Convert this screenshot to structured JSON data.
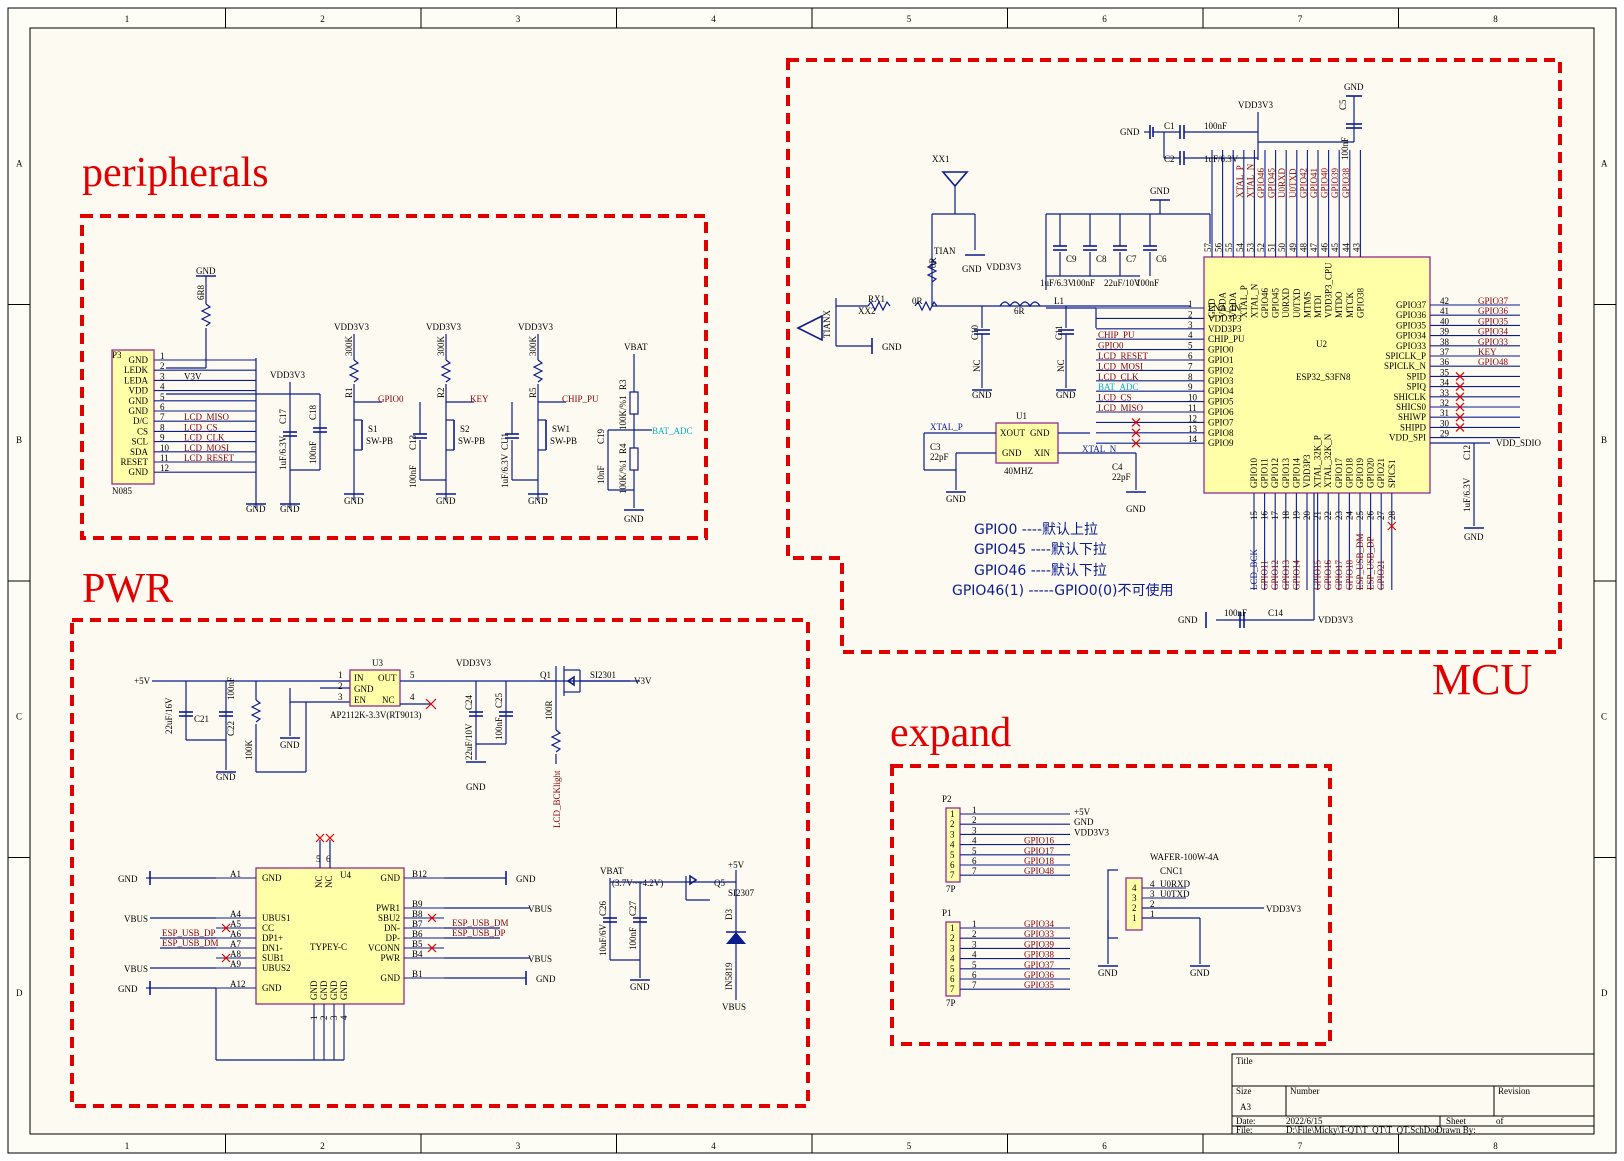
{
  "sections": {
    "peripherals": "peripherals",
    "pwr": "PWR",
    "mcu": "MCU",
    "expand": "expand"
  },
  "border": {
    "cols": [
      "1",
      "2",
      "3",
      "4",
      "5",
      "6",
      "7",
      "8"
    ],
    "rows": [
      "A",
      "B",
      "C",
      "D"
    ]
  },
  "title_block": {
    "title_label": "Title",
    "size_label": "Size",
    "size_value": "A3",
    "number_label": "Number",
    "revision_label": "Revision",
    "date_label": "Date:",
    "date_value": "2022/6/15",
    "sheet_label": "Sheet",
    "of_label": "of",
    "file_label": "File:",
    "file_value": "D:\\File\\Micky\\T-QT\\T_QT\\T_QT.SchDoc",
    "drawn_label": "Drawn By:"
  },
  "mcu": {
    "chip_ref": "U2",
    "chip_name": "ESP32_S3FN8",
    "left_pins": [
      {
        "num": "1",
        "name": "LNA_IN",
        "net": ""
      },
      {
        "num": "2",
        "name": "VDD3P3",
        "net": ""
      },
      {
        "num": "3",
        "name": "VDD3P3",
        "net": ""
      },
      {
        "num": "4",
        "name": "CHIP_PU",
        "net": "CHIP_PU"
      },
      {
        "num": "5",
        "name": "GPIO0",
        "net": "GPIO0"
      },
      {
        "num": "6",
        "name": "GPIO1",
        "net": "LCD_RESET"
      },
      {
        "num": "7",
        "name": "GPIO2",
        "net": "LCD_MOSI"
      },
      {
        "num": "8",
        "name": "GPIO3",
        "net": "LCD_CLK"
      },
      {
        "num": "9",
        "name": "GPIO4",
        "net": "BAT_ADC"
      },
      {
        "num": "10",
        "name": "GPIO5",
        "net": "LCD_CS"
      },
      {
        "num": "11",
        "name": "GPIO6",
        "net": "LCD_MISO"
      },
      {
        "num": "12",
        "name": "GPIO7",
        "net": ""
      },
      {
        "num": "13",
        "name": "GPIO8",
        "net": ""
      },
      {
        "num": "14",
        "name": "GPIO9",
        "net": ""
      }
    ],
    "right_pins": [
      {
        "num": "42",
        "name": "GPIO37",
        "net": "GPIO37"
      },
      {
        "num": "41",
        "name": "GPIO36",
        "net": "GPIO36"
      },
      {
        "num": "40",
        "name": "GPIO35",
        "net": "GPIO35"
      },
      {
        "num": "39",
        "name": "GPIO34",
        "net": "GPIO34"
      },
      {
        "num": "38",
        "name": "GPIO33",
        "net": "GPIO33"
      },
      {
        "num": "37",
        "name": "SPICLK_P",
        "net": "KEY"
      },
      {
        "num": "36",
        "name": "SPICLK_N",
        "net": "GPIO48"
      },
      {
        "num": "35",
        "name": "SPID",
        "net": ""
      },
      {
        "num": "34",
        "name": "SPIQ",
        "net": ""
      },
      {
        "num": "33",
        "name": "SHICLK",
        "net": ""
      },
      {
        "num": "32",
        "name": "SHICS0",
        "net": ""
      },
      {
        "num": "31",
        "name": "SHIWP",
        "net": ""
      },
      {
        "num": "30",
        "name": "SHIPD",
        "net": ""
      },
      {
        "num": "29",
        "name": "VDD_SPI",
        "net": "VDD_SDIO"
      }
    ],
    "top_pins": [
      {
        "num": "57",
        "name": "GND"
      },
      {
        "num": "56",
        "name": "VDDA"
      },
      {
        "num": "55",
        "name": "VDDA"
      },
      {
        "num": "54",
        "name": "XTAL_P"
      },
      {
        "num": "53",
        "name": "XTAL_N"
      },
      {
        "num": "52",
        "name": "GPIO46"
      },
      {
        "num": "51",
        "name": "GPIO45"
      },
      {
        "num": "50",
        "name": "U0RXD"
      },
      {
        "num": "49",
        "name": "U0TXD"
      },
      {
        "num": "48",
        "name": "MTMS"
      },
      {
        "num": "47",
        "name": "MTDI"
      },
      {
        "num": "46",
        "name": "VDD3P3_CPU"
      },
      {
        "num": "45",
        "name": "MTDO"
      },
      {
        "num": "44",
        "name": "MTCK"
      },
      {
        "num": "43",
        "name": "GPIO38"
      }
    ],
    "top_nets": [
      "XTAL_P",
      "XTAL_N",
      "GPIO46",
      "GPIO45",
      "U0RXD",
      "U0TXD",
      "GPIO42",
      "GPIO41",
      "GPIO40",
      "GPIO39",
      "GPIO38"
    ],
    "bottom_pins": [
      {
        "num": "15",
        "name": "GPIO10",
        "net": "LCD_BCK"
      },
      {
        "num": "16",
        "name": "GPIO11",
        "net": "GPIO11"
      },
      {
        "num": "17",
        "name": "GPIO12",
        "net": "GPIO12"
      },
      {
        "num": "18",
        "name": "GPIO13",
        "net": "GPIO13"
      },
      {
        "num": "19",
        "name": "GPIO14",
        "net": "GPIO14"
      },
      {
        "num": "20",
        "name": "VDD3P3",
        "net": ""
      },
      {
        "num": "21",
        "name": "XTAL_32K_P",
        "net": "GPIO15"
      },
      {
        "num": "22",
        "name": "XTAL_32K_N",
        "net": "GPIO16"
      },
      {
        "num": "23",
        "name": "GPIO17",
        "net": "GPIO17"
      },
      {
        "num": "24",
        "name": "GPIO18",
        "net": "GPIO18"
      },
      {
        "num": "25",
        "name": "GPIO19",
        "net": "ESP_USB_DM"
      },
      {
        "num": "26",
        "name": "GPIO20",
        "net": "ESP_USB_DP"
      },
      {
        "num": "27",
        "name": "GPIO21",
        "net": "GPIO21"
      },
      {
        "num": "28",
        "name": "SPICS1",
        "net": ""
      }
    ],
    "caps_top": [
      {
        "ref": "C1",
        "value": "100nF"
      },
      {
        "ref": "C2",
        "value": "1uF/6.3V"
      },
      {
        "ref": "C5",
        "value": "100nF"
      }
    ],
    "caps_rf": [
      {
        "ref": "C9",
        "value": "1uF/6.3V"
      },
      {
        "ref": "C8",
        "value": "100nF"
      },
      {
        "ref": "C7",
        "value": "22uF/10V"
      },
      {
        "ref": "C6",
        "value": "100nF"
      }
    ],
    "antenna": {
      "ref": "XX1",
      "ref2": "XX2",
      "pin_name": "TIAN",
      "ant_name": "TIANX",
      "r1": "RX1",
      "r2": "0R",
      "r3": "0R",
      "l1": "L1",
      "l1_val": "6R",
      "c10": "C10",
      "c10_val": "NC",
      "c11": "C11",
      "c11_val": "NC"
    },
    "crystal": {
      "ref": "U1",
      "value": "40MHZ",
      "pin_xout": "XOUT",
      "pin_gnd": "GND",
      "pin_gnd2": "GND",
      "pin_xin": "XIN",
      "c3": "C3",
      "c3_val": "22pF",
      "c4": "C4",
      "c4_val": "22pF",
      "xp": "XTAL_P",
      "xn": "XTAL_N"
    },
    "c12": {
      "ref": "C12",
      "value": "1uF/6.3V"
    },
    "c14": {
      "ref": "C14",
      "value": "100nF"
    },
    "notes": [
      "GPIO0  ----默认上拉",
      "GPIO45  ----默认下拉",
      "GPIO46  ----默认下拉",
      "GPIO46(1) -----GPIO0(0)不可使用"
    ]
  },
  "nets": {
    "gnd": "GND",
    "vdd": "VDD3V3",
    "v5": "+5V",
    "v3v": "V3V",
    "vbat": "VBAT",
    "vbus": "VBUS",
    "vdd_sdio": "VDD_SDIO"
  },
  "peripherals": {
    "conn_ref": "P3",
    "conn_name": "N085",
    "pins": [
      {
        "num": "1",
        "name": "GND",
        "net": ""
      },
      {
        "num": "2",
        "name": "LEDK",
        "net": ""
      },
      {
        "num": "3",
        "name": "LEDA",
        "net": "V3V"
      },
      {
        "num": "4",
        "name": "VDD",
        "net": ""
      },
      {
        "num": "5",
        "name": "GND",
        "net": ""
      },
      {
        "num": "6",
        "name": "GND",
        "net": ""
      },
      {
        "num": "7",
        "name": "D/C",
        "net": "LCD_MISO"
      },
      {
        "num": "8",
        "name": "CS",
        "net": "LCD_CS"
      },
      {
        "num": "9",
        "name": "SCL",
        "net": "LCD_CLK"
      },
      {
        "num": "10",
        "name": "SDA",
        "net": "LCD_MOSI"
      },
      {
        "num": "11",
        "name": "RESET",
        "net": "LCD_RESET"
      },
      {
        "num": "12",
        "name": "GND",
        "net": ""
      }
    ],
    "r_led": "6R8",
    "c17": {
      "ref": "C17",
      "value": "1uF/6.3V"
    },
    "c18": {
      "ref": "C18",
      "value": "100nF"
    },
    "switches": [
      {
        "ref": "S1",
        "type": "SW-PB",
        "net": "GPIO0",
        "r": "R1",
        "r_val": "300K"
      },
      {
        "ref": "S2",
        "type": "SW-PB",
        "net": "KEY",
        "r": "R2",
        "r_val": "300K",
        "c": "C13",
        "c_val": "100nF"
      },
      {
        "ref": "SW1",
        "type": "SW-PB",
        "net": "CHIP_PU",
        "r": "R5",
        "r_val": "300K",
        "c": "CU1",
        "c_val": "1uF/6.3V"
      }
    ],
    "divider": {
      "r3": "R3",
      "r3_val": "100K/%1",
      "r4": "R4",
      "r4_val": "100K/%1",
      "c19": "C19",
      "c19_val": "10nF",
      "net": "BAT_ADC"
    }
  },
  "pwr": {
    "ldo": {
      "ref": "U3",
      "name": "AP2112K-3.3V(RT9013)",
      "pins": [
        "IN",
        "GND",
        "EN",
        "OUT",
        "NC"
      ],
      "nums": [
        "1",
        "2",
        "3",
        "5",
        "4"
      ]
    },
    "c21": {
      "ref": "C21",
      "value": "22uF/16V"
    },
    "c22": {
      "ref": "C22",
      "value": "100nF"
    },
    "r_en": "100K",
    "c24": {
      "ref": "C24",
      "value": "22uF/10V"
    },
    "c25": {
      "ref": "C25",
      "value": "100nF"
    },
    "q1": {
      "ref": "Q1",
      "name": "SI2301",
      "r": "100R",
      "net": "LCD_BCKlight"
    },
    "usb": {
      "ref": "U4",
      "name": "TYPEY-C",
      "left_pins": [
        {
          "num": "A1",
          "name": "GND"
        },
        {
          "num": "A4",
          "name": "UBUS1"
        },
        {
          "num": "A5",
          "name": "CC"
        },
        {
          "num": "A6",
          "name": "DP1+"
        },
        {
          "num": "A7",
          "name": "DN1-"
        },
        {
          "num": "A8",
          "name": "SUB1"
        },
        {
          "num": "A9",
          "name": "UBUS2"
        },
        {
          "num": "A12",
          "name": "GND"
        }
      ],
      "right_pins": [
        {
          "num": "B12",
          "name": "GND"
        },
        {
          "num": "B9",
          "name": "PWR1"
        },
        {
          "num": "B8",
          "name": "SBU2"
        },
        {
          "num": "B7",
          "name": "DN-"
        },
        {
          "num": "B6",
          "name": "DP-"
        },
        {
          "num": "B5",
          "name": "VCONN"
        },
        {
          "num": "B4",
          "name": "PWR"
        },
        {
          "num": "B1",
          "name": "GND"
        }
      ],
      "top_pins": [
        "NC",
        "NC"
      ],
      "top_nums": [
        "5",
        "6"
      ],
      "bottom_pins": [
        "GND",
        "GND",
        "GND",
        "GND"
      ],
      "bottom_nums": [
        "1",
        "2",
        "3",
        "4"
      ],
      "dp_net": "ESP_USB_DP",
      "dm_net": "ESP_USB_DM"
    },
    "batt": {
      "range": "(3.7V~~4.2V)",
      "q5": "Q5",
      "q5_name": "SI2307",
      "d3": "D3",
      "d3_name": "IN5819",
      "c26": "C26",
      "c26_val": "10uF/6V",
      "c27": "C27",
      "c27_val": "100nF"
    }
  },
  "expand": {
    "p2": {
      "ref": "P2",
      "type": "7P",
      "nets": [
        "+5V",
        "GND",
        "VDD3V3",
        "GPIO16",
        "GPIO17",
        "GPIO18",
        "GPIO48"
      ]
    },
    "p1": {
      "ref": "P1",
      "type": "7P",
      "nets": [
        "GPIO34",
        "GPIO33",
        "GPIO39",
        "GPIO38",
        "GPIO37",
        "GPIO36",
        "GPIO35"
      ]
    },
    "cnc1": {
      "ref": "CNC1",
      "name": "WAFER-100W-4A",
      "pins": [
        "4",
        "3",
        "2",
        "1"
      ],
      "nets": [
        "U0RXD",
        "U0TXD",
        "",
        "VDD3V3"
      ]
    }
  }
}
